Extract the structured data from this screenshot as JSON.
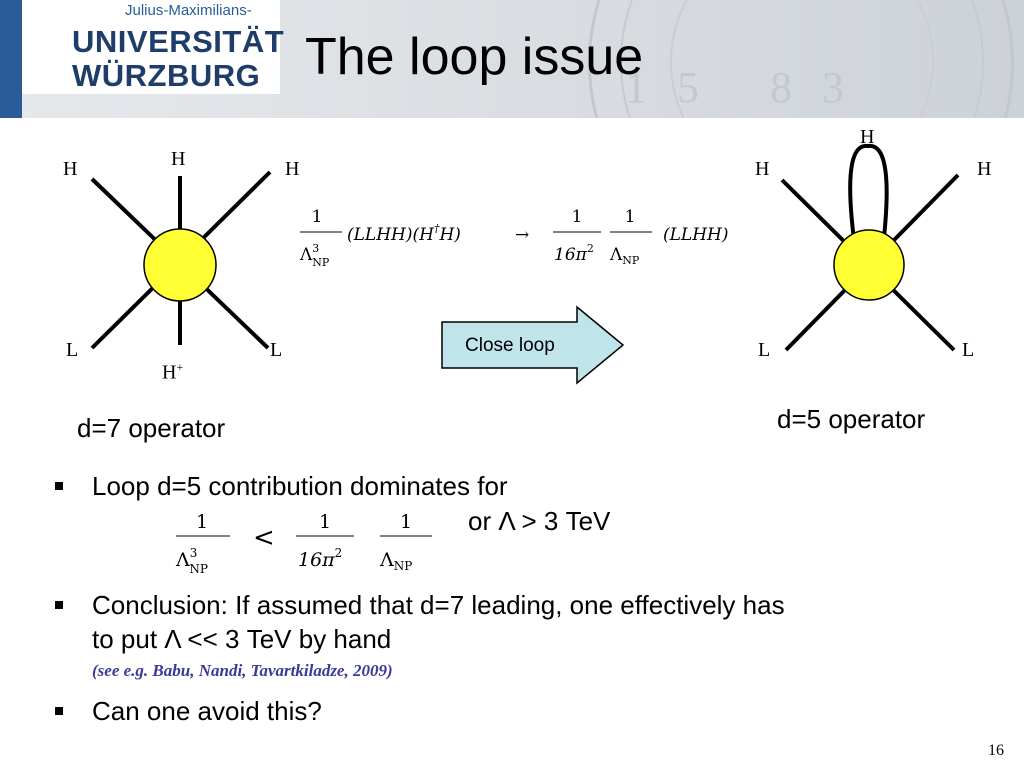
{
  "header": {
    "logo_small": "Julius-Maximilians-",
    "logo_line1": "UNIVERSITÄT",
    "logo_line2": "WÜRZBURG",
    "watermark": "15 83",
    "title": "The loop issue"
  },
  "left_diagram": {
    "labels": {
      "top": "H",
      "top_left": "H",
      "top_right": "H",
      "bottom_left": "L",
      "bottom_right": "L",
      "bottom": "H",
      "bottom_sup": "+"
    },
    "operator": "d=7 operator"
  },
  "right_diagram": {
    "labels": {
      "loop_top": "H",
      "top_left": "H",
      "top_right": "H",
      "bottom_left": "L",
      "bottom_right": "L"
    },
    "operator": "d=5 operator"
  },
  "formula_top": {
    "one": "1",
    "lambda3": "Λ",
    "sup3": "3",
    "np": "NP",
    "llhh": "(LLHH)(H",
    "dagger": "†",
    "hclose": "H)",
    "arrow": "→",
    "sixteen_pi2": "16π",
    "sq": "2",
    "lambda": "Λ",
    "llhh2": "(LLHH)"
  },
  "arrow_button": {
    "label": "Close loop"
  },
  "bullets": {
    "b1": "Loop d=5 contribution dominates for",
    "or_text": "or Λ > 3 TeV",
    "less": "<",
    "b2_line1": "Conclusion: If assumed that d=7 leading, one effectively has",
    "b2_line2": "to put Λ << 3 TeV by hand",
    "ref": "(see e.g. Babu, Nandi, Tavartkiladze, 2009)",
    "b3": "Can one avoid this?"
  },
  "page_number": "16",
  "colors": {
    "blob": "#ffff33",
    "arrow_fill": "#bfe4ea",
    "logo_blue": "#1f3d6b",
    "ref_color": "#3a3a9a"
  }
}
